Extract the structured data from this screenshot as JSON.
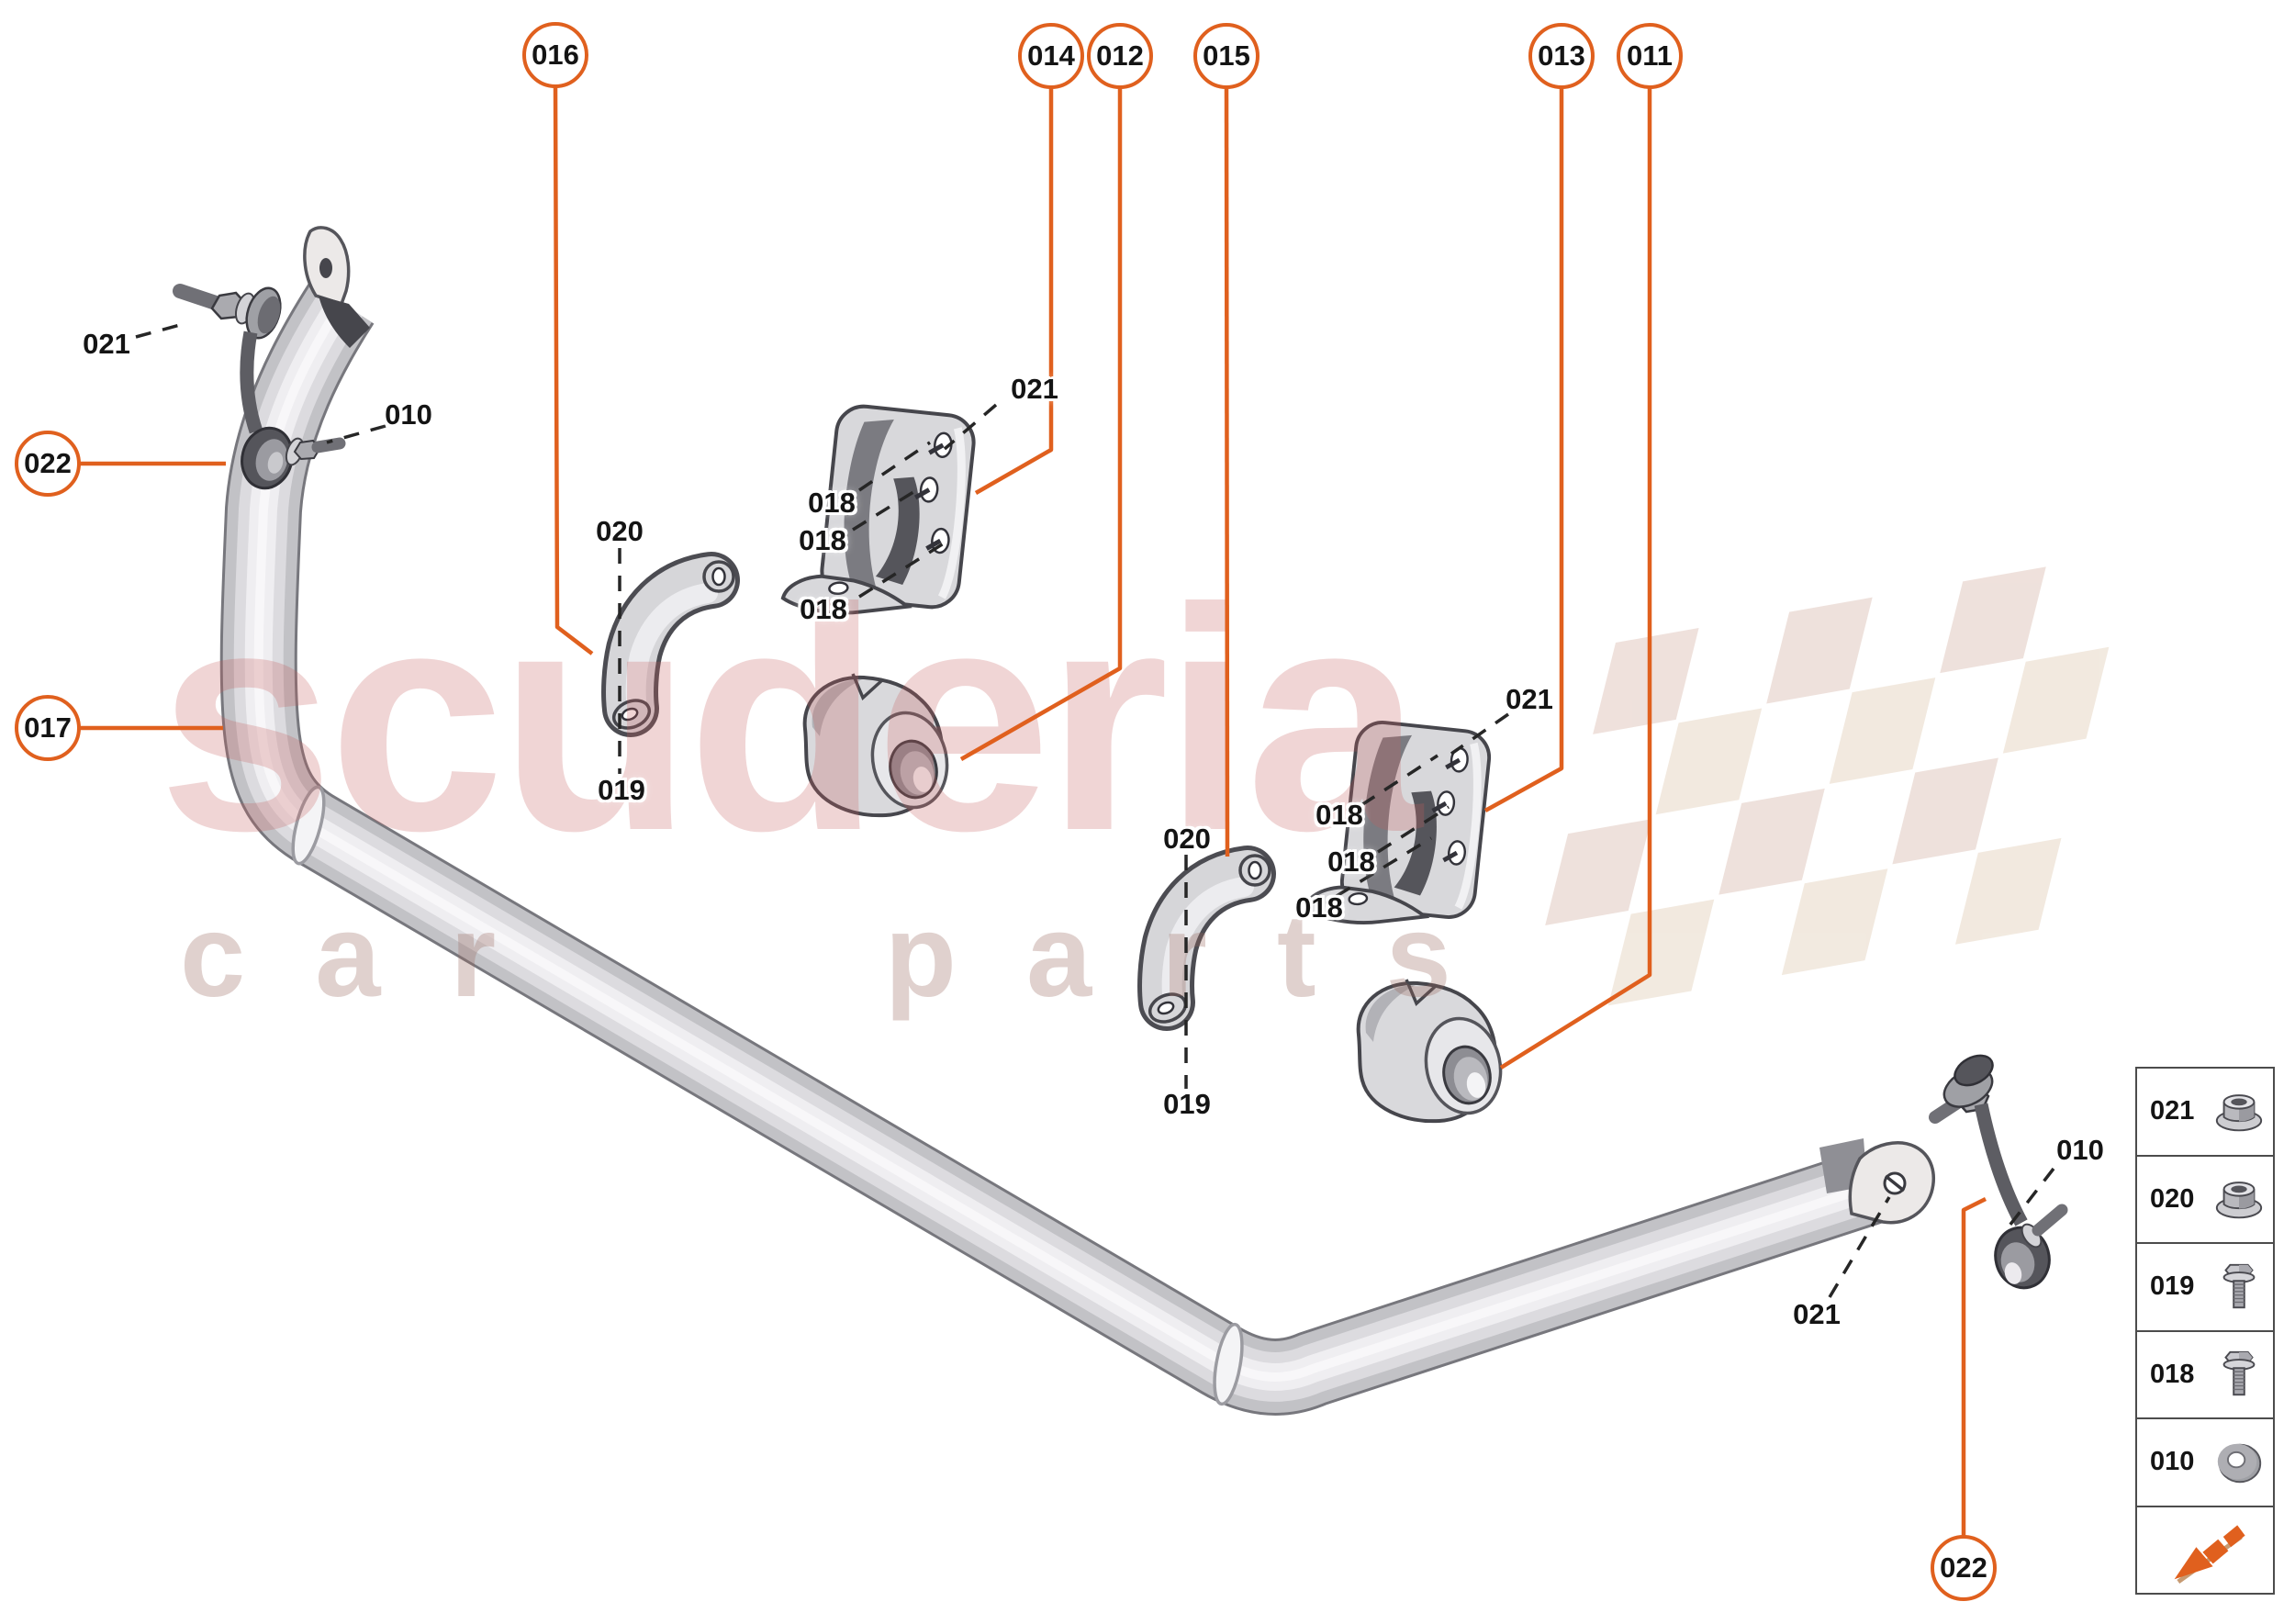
{
  "page": {
    "accent_orange": "#e0601e",
    "background": "#ffffff",
    "diagram_subject": "front anti-roll bar with brackets, bushings and connecting links"
  },
  "watermark": {
    "brand": "scuderia",
    "subtitle": "car parts"
  },
  "callouts": [
    {
      "label": "016"
    },
    {
      "label": "014"
    },
    {
      "label": "012"
    },
    {
      "label": "015"
    },
    {
      "label": "013"
    },
    {
      "label": "011"
    },
    {
      "label": "017"
    },
    {
      "label": "022"
    },
    {
      "label": "022"
    }
  ],
  "part_labels": [
    {
      "text": "021"
    },
    {
      "text": "010"
    },
    {
      "text": "020"
    },
    {
      "text": "019"
    },
    {
      "text": "021"
    },
    {
      "text": "018"
    },
    {
      "text": "018"
    },
    {
      "text": "018"
    },
    {
      "text": "021"
    },
    {
      "text": "018"
    },
    {
      "text": "018"
    },
    {
      "text": "018"
    },
    {
      "text": "020"
    },
    {
      "text": "019"
    },
    {
      "text": "021"
    },
    {
      "text": "010"
    }
  ],
  "legend": {
    "rows": [
      {
        "label": "021",
        "icon": "flange-nut-icon"
      },
      {
        "label": "020",
        "icon": "flange-nut-icon"
      },
      {
        "label": "019",
        "icon": "flange-bolt-icon"
      },
      {
        "label": "018",
        "icon": "flange-bolt-icon"
      },
      {
        "label": "010",
        "icon": "washer-icon"
      },
      {
        "label": "",
        "icon": "brand-arrow-logo-icon"
      }
    ]
  }
}
